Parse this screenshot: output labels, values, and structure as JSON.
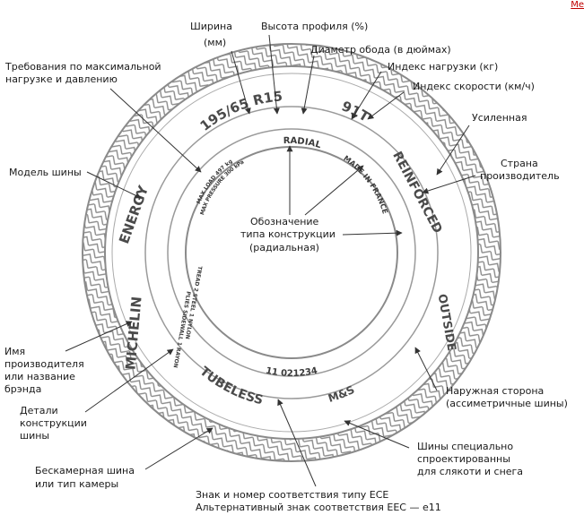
{
  "corner_link": "Me",
  "tire": {
    "size": "195/65 R15",
    "load_speed": "91T",
    "radial": "RADIAL",
    "reinforced": "REINFORCED",
    "made_in": "MADE IN FRANCE",
    "outside": "OUTSIDE",
    "ms": "M&S",
    "tubeless": "TUBELESS",
    "ece_number": "11 021234",
    "brand": "MICHELIN",
    "model": "ENERGY",
    "max_load": "MAX LOAD 497 kg",
    "max_pressure": "MAX PRESSURE 300 kPa",
    "ply_line1": "PLIES SIDEWALL 1 RAYON",
    "ply_line2": "TREAD 2 STEEL 1 NYLON"
  },
  "labels": {
    "width_l1": "Ширина",
    "width_l2": "(мм)",
    "profile": "Высота профиля (%)",
    "rim": "Диаметр обода (в дюймах)",
    "load_index": "Индекс нагрузки (кг)",
    "speed_index": "Индекс скорости (км/ч)",
    "max_load_l1": "Требования по максимальной",
    "max_load_l2": "нагрузке и давлению",
    "reinforced_l1": "Усиленная",
    "country_l1": "Страна",
    "country_l2": "производитель",
    "model_l1": "Модель шины",
    "construction_l1": "Обозначение",
    "construction_l2": "типа конструкции",
    "construction_l3": "(радиальная)",
    "maker_l1": "Имя",
    "maker_l2": "производителя",
    "maker_l3": "или название",
    "maker_l4": "брэнда",
    "details_l1": "Детали",
    "details_l2": "конструкции",
    "details_l3": "шины",
    "outside_l1": "Наружная сторона",
    "outside_l2": "(ассиметричные шины)",
    "tubeless_l1": "Бескамерная шина",
    "tubeless_l2": "или тип камеры",
    "snow_l1": "Шины специально",
    "snow_l2": "спроектированны",
    "snow_l3": "для слякоти и снега",
    "ece_l1": "Знак и номер соответствия типу ECE",
    "ece_l2": "Альтернативный знак соответствия EEC — e11"
  },
  "colors": {
    "tire_gray": "#9a9a9a",
    "text": "#1a1a1a",
    "link": "#c00000"
  }
}
